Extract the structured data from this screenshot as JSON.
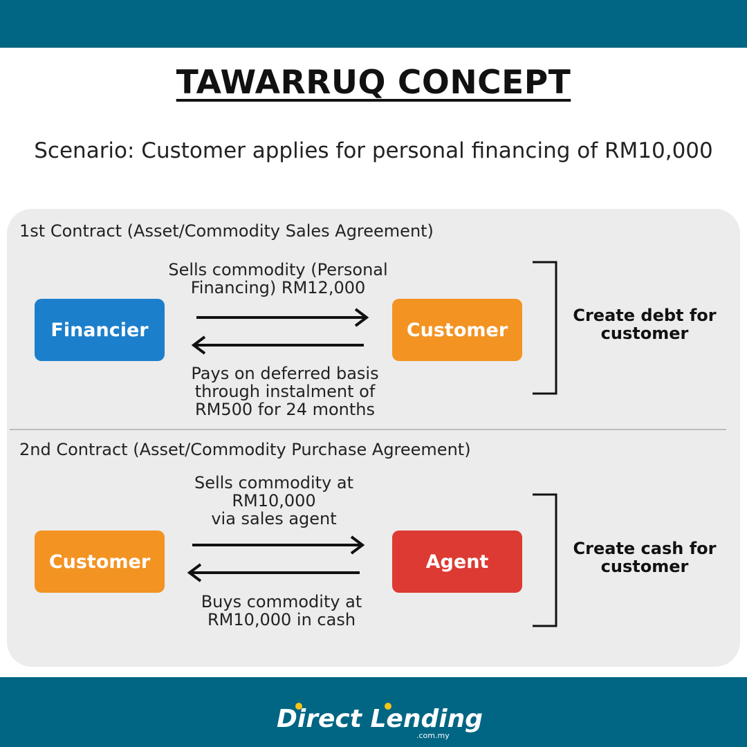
{
  "title": "TAWARRUQ CONCEPT",
  "scenario": "Scenario: Customer applies for personal financing of RM10,000",
  "colors": {
    "header_bar": "#006683",
    "financier": "#1c7fcb",
    "customer": "#f39322",
    "agent": "#dc3a32",
    "panel": "#ececec"
  },
  "contract1": {
    "label": "1st Contract (Asset/Commodity Sales Agreement)",
    "left_party": "Financier",
    "right_party": "Customer",
    "forward_line1": "Sells commodity (Personal",
    "forward_line2": "Financing) RM12,000",
    "back_line1": "Pays on deferred basis",
    "back_line2": "through instalment of",
    "back_line3": "RM500 for 24 months",
    "outcome_line1": "Create debt for",
    "outcome_line2": "customer"
  },
  "contract2": {
    "label": "2nd Contract (Asset/Commodity Purchase Agreement)",
    "left_party": "Customer",
    "right_party": "Agent",
    "forward_line1": "Sells commodity at",
    "forward_line2": "RM10,000",
    "forward_line3": "via sales agent",
    "back_line1": "Buys commodity at",
    "back_line2": "RM10,000 in cash",
    "outcome_line1": "Create cash for",
    "outcome_line2": "customer"
  },
  "brand": {
    "name": "Direct Lending",
    "domain": ".com.my"
  }
}
